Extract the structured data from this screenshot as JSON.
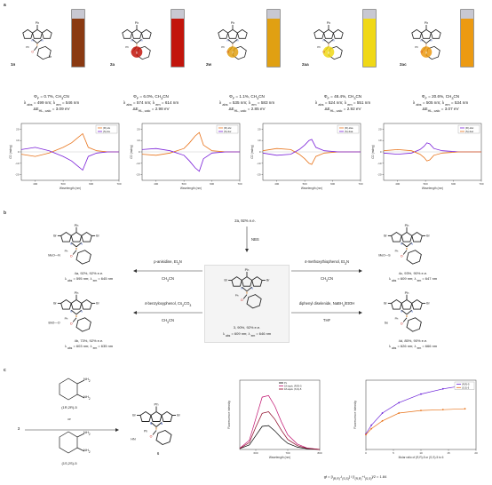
{
  "panels": {
    "a": "a",
    "b": "b",
    "c": "c"
  },
  "compounds_a": [
    {
      "id": "1n",
      "ring": "",
      "label_extra": "Br",
      "vial": "#8a3a12",
      "lines": [
        "Φ<sub>F</sub> = 0.7%, CH<sub>3</sub>CN",
        "λ <sub>abs</sub> = 499 nm; λ <sub>em</sub> = 546 nm",
        "ΔE<sub>HL, calc</sub> = 3.09 eV"
      ]
    },
    {
      "id": "2a",
      "ring": "6",
      "label_extra": "",
      "vial": "#c2150c",
      "lines": [
        "Φ<sub>F</sub> = 6.0%, CH<sub>3</sub>CN",
        "λ <sub>abs</sub> = 574 nm; λ <sub>em</sub> = 614 nm",
        "ΔE<sub>HL, calc</sub> = 2.98 eV"
      ]
    },
    {
      "id": "2w",
      "ring": "7",
      "label_extra": "",
      "vial": "#e0a012",
      "lines": [
        "Φ<sub>F</sub> = 1.1%, CH<sub>3</sub>CN",
        "λ <sub>abs</sub> = 535 nm; λ <sub>em</sub> = 583 nm",
        "ΔE<sub>HL, calc</sub> = 2.85 eV"
      ]
    },
    {
      "id": "2aa",
      "ring": "8",
      "label_extra": "",
      "vial": "#f0d816",
      "lines": [
        "Φ<sub>F</sub> = 48.4%, CH<sub>3</sub>CN",
        "λ <sub>abs</sub> = 524 nm; λ <sub>em</sub> = 551 nm",
        "ΔE<sub>HL, calc</sub> = 2.92 eV"
      ]
    },
    {
      "id": "2ac",
      "ring": "9",
      "label_extra": "",
      "vial": "#ec9a12",
      "lines": [
        "Φ<sub>F</sub> = 20.6%, CH<sub>3</sub>CN",
        "λ <sub>abs</sub> = 505 nm; λ <sub>em</sub> = 534 nm",
        "ΔE<sub>HL, calc</sub> = 3.07 eV"
      ]
    }
  ],
  "chem_labels": {
    "ph": "Ph",
    "pph": "Ph",
    "p": "P",
    "o": "O",
    "n": "N",
    "br": "Br",
    "bh": "B"
  },
  "cd_charts": {
    "ylabel": "CD (mdeg)",
    "xlabel": "Wavelength (nm)",
    "xticks": [
      "400",
      "500",
      "600",
      "700"
    ],
    "yticks": [
      "20",
      "10",
      "0",
      "-10",
      "-20"
    ],
    "legend": [
      [
        "(R)-2a",
        "(S)-2a"
      ],
      [
        "(R)-2w",
        "(S)-2w"
      ],
      [
        "(R)-2aa",
        "(S)-2aa"
      ],
      [
        "(R)-2ac",
        "(S)-2ac"
      ]
    ]
  },
  "chart_data": [
    {
      "type": "line",
      "title": "",
      "xlabel": "Wavelength (nm)",
      "ylabel": "CD (mdeg)",
      "xlim": [
        350,
        700
      ],
      "ylim": [
        -25,
        25
      ],
      "series": [
        {
          "name": "(R)-2a",
          "color": "#e8731a",
          "x": [
            350,
            400,
            450,
            500,
            530,
            550,
            570,
            590,
            620,
            660,
            700
          ],
          "y": [
            -2,
            -4,
            -1,
            4,
            8,
            12,
            16,
            4,
            1,
            0,
            0
          ]
        },
        {
          "name": "(S)-2a",
          "color": "#7a1fd8",
          "x": [
            350,
            400,
            450,
            500,
            530,
            550,
            570,
            590,
            620,
            660,
            700
          ],
          "y": [
            2,
            4,
            1,
            -4,
            -8,
            -12,
            -16,
            -4,
            -1,
            0,
            0
          ]
        }
      ]
    },
    {
      "type": "line",
      "title": "",
      "xlabel": "Wavelength (nm)",
      "ylabel": "CD (mdeg)",
      "xlim": [
        350,
        700
      ],
      "ylim": [
        -25,
        25
      ],
      "series": [
        {
          "name": "(R)-2w",
          "color": "#e8731a",
          "x": [
            350,
            400,
            450,
            500,
            520,
            540,
            555,
            570,
            600,
            650,
            700
          ],
          "y": [
            -2,
            -3,
            -1,
            3,
            8,
            14,
            17,
            6,
            1,
            0,
            0
          ]
        },
        {
          "name": "(S)-2w",
          "color": "#7a1fd8",
          "x": [
            350,
            400,
            450,
            500,
            520,
            540,
            555,
            570,
            600,
            650,
            700
          ],
          "y": [
            2,
            3,
            1,
            -3,
            -8,
            -14,
            -17,
            -6,
            -1,
            0,
            0
          ]
        }
      ]
    },
    {
      "type": "line",
      "title": "",
      "xlabel": "Wavelength (nm)",
      "ylabel": "CD (mdeg)",
      "xlim": [
        350,
        700
      ],
      "ylim": [
        -25,
        25
      ],
      "series": [
        {
          "name": "(R)-2aa",
          "color": "#e8731a",
          "x": [
            350,
            400,
            450,
            480,
            500,
            515,
            525,
            540,
            570,
            620,
            700
          ],
          "y": [
            1,
            3,
            2,
            -2,
            -6,
            -10,
            -11,
            -4,
            -1,
            0,
            0
          ]
        },
        {
          "name": "(S)-2aa",
          "color": "#7a1fd8",
          "x": [
            350,
            400,
            450,
            480,
            500,
            515,
            525,
            540,
            570,
            620,
            700
          ],
          "y": [
            -1,
            -3,
            -2,
            2,
            6,
            10,
            11,
            4,
            1,
            0,
            0
          ]
        }
      ]
    },
    {
      "type": "line",
      "title": "",
      "xlabel": "Wavelength (nm)",
      "ylabel": "CD (mdeg)",
      "xlim": [
        350,
        700
      ],
      "ylim": [
        -25,
        25
      ],
      "series": [
        {
          "name": "(R)-2ac",
          "color": "#7a1fd8",
          "x": [
            350,
            400,
            450,
            480,
            495,
            505,
            515,
            530,
            560,
            620,
            700
          ],
          "y": [
            -1,
            -2,
            -1,
            2,
            5,
            8,
            7,
            3,
            1,
            0,
            0
          ]
        },
        {
          "name": "(S)-2ac",
          "color": "#e8731a",
          "x": [
            350,
            400,
            450,
            480,
            495,
            505,
            515,
            530,
            560,
            620,
            700
          ],
          "y": [
            1,
            2,
            1,
            -2,
            -5,
            -8,
            -7,
            -3,
            -1,
            0,
            0
          ]
        }
      ]
    },
    {
      "type": "line",
      "title": "",
      "xlabel": "Wavelength (nm)",
      "ylabel": "Fluorescence intensity",
      "xlim": [
        550,
        800
      ],
      "ylim": [
        0,
        900
      ],
      "series": [
        {
          "name": "PL",
          "color": "#000000",
          "x": [
            550,
            580,
            600,
            620,
            640,
            660,
            680,
            700,
            730,
            760,
            800
          ],
          "y": [
            10,
            60,
            180,
            300,
            310,
            240,
            150,
            80,
            30,
            10,
            0
          ]
        },
        {
          "name": "18 equiv. (R,R)-5",
          "color": "#c0106e",
          "x": [
            550,
            580,
            600,
            620,
            640,
            660,
            680,
            700,
            730,
            760,
            800
          ],
          "y": [
            15,
            120,
            400,
            680,
            700,
            560,
            360,
            190,
            70,
            20,
            0
          ]
        },
        {
          "name": "18 equiv. (S,S)-5",
          "color": "#8a0020",
          "x": [
            550,
            580,
            600,
            620,
            640,
            660,
            680,
            700,
            730,
            760,
            800
          ],
          "y": [
            12,
            90,
            290,
            470,
            490,
            390,
            250,
            130,
            50,
            15,
            0
          ]
        }
      ]
    },
    {
      "type": "line",
      "title": "",
      "xlabel": "Molar ratio of (R,R)-5 or (S,S)-5 to 6",
      "ylabel": "Fluorescence intensity",
      "xlim": [
        0,
        20
      ],
      "ylim": [
        0,
        800
      ],
      "series": [
        {
          "name": "(R,R)-5",
          "color": "#6a1fd8",
          "x": [
            0,
            1,
            3,
            6,
            10,
            14,
            18
          ],
          "y": [
            180,
            280,
            420,
            540,
            640,
            700,
            740
          ]
        },
        {
          "name": "(S,S)-5",
          "color": "#e8731a",
          "x": [
            0,
            1,
            3,
            6,
            10,
            14,
            18
          ],
          "y": [
            170,
            240,
            330,
            420,
            450,
            460,
            470
          ]
        }
      ]
    }
  ],
  "panel_b": {
    "top_reagent": "2a, 92% e.e.",
    "nbs": "NBS",
    "center_label": "3, 90%, 92% e.e.",
    "center_abs": "λ <sub>abs</sub> = 609 nm; λ <sub>em</sub> = 646 nm",
    "arrow_tl": "p-anisidine, Et<sub>3</sub>N",
    "arrow_tl_solv": "CH<sub>3</sub>CN",
    "arrow_bl": "4-benzyloxyphenol, Cs<sub>2</sub>CO<sub>3</sub>",
    "arrow_bl_solv": "CH<sub>3</sub>CN",
    "arrow_tr": "4-methoxythiophenol, Et<sub>3</sub>N",
    "arrow_tr_solv": "CH<sub>3</sub>CN",
    "arrow_br": "diphenyl diselenide, NaBH<sub>4</sub>/EtOH",
    "arrow_br_solv": "THF",
    "p4a": [
      "4a, 92%, 92% e.e.",
      "λ <sub>abs</sub> = 595 nm; λ <sub>em</sub> = 645 nm"
    ],
    "p4b": [
      "4b, 73%, 92% e.e.",
      "λ <sub>abs</sub> = 603 nm; λ <sub>em</sub> = 635 nm"
    ],
    "p4c": [
      "4c, 93%, 90% e.e.",
      "λ <sub>abs</sub> = 609 nm; λ <sub>em</sub> = 647 nm"
    ],
    "p4d": [
      "4d, 85%, 90% e.e.",
      "λ <sub>abs</sub> = 626 nm; λ <sub>em</sub> = 666 nm"
    ],
    "sub_4a": "MeO",
    "link_4a": "N",
    "sub_4b": "BnO",
    "link_4b": "O",
    "sub_4c": "MeO",
    "link_4c": "S",
    "sub_4d": "",
    "link_4d": "Se"
  },
  "panel_c": {
    "rr": "(1R,2R)-5",
    "or": "or",
    "ss": "(1S,2S)-5",
    "three": "3",
    "six": "6",
    "nh2": "NH<sub>2</sub>",
    "nh": "HN",
    "gf": "gf = [I<sub>(R,R)</sub>-I<sub>(S,S)</sub>] / [I<sub>(R,R)</sub>+I<sub>(S,S)</sub>]/2 = 1.84",
    "pl_xticks": [
      "500",
      "600",
      "700",
      "800"
    ],
    "ratio_xticks": [
      "0",
      "5",
      "10",
      "15",
      "20"
    ],
    "pl_xlabel": "Wavelength (nm)",
    "ylabel": "Fluorescence intensity",
    "ratio_xlabel": "Molar ratio of (R,R)-5 or (S,S)-5 to 6"
  }
}
